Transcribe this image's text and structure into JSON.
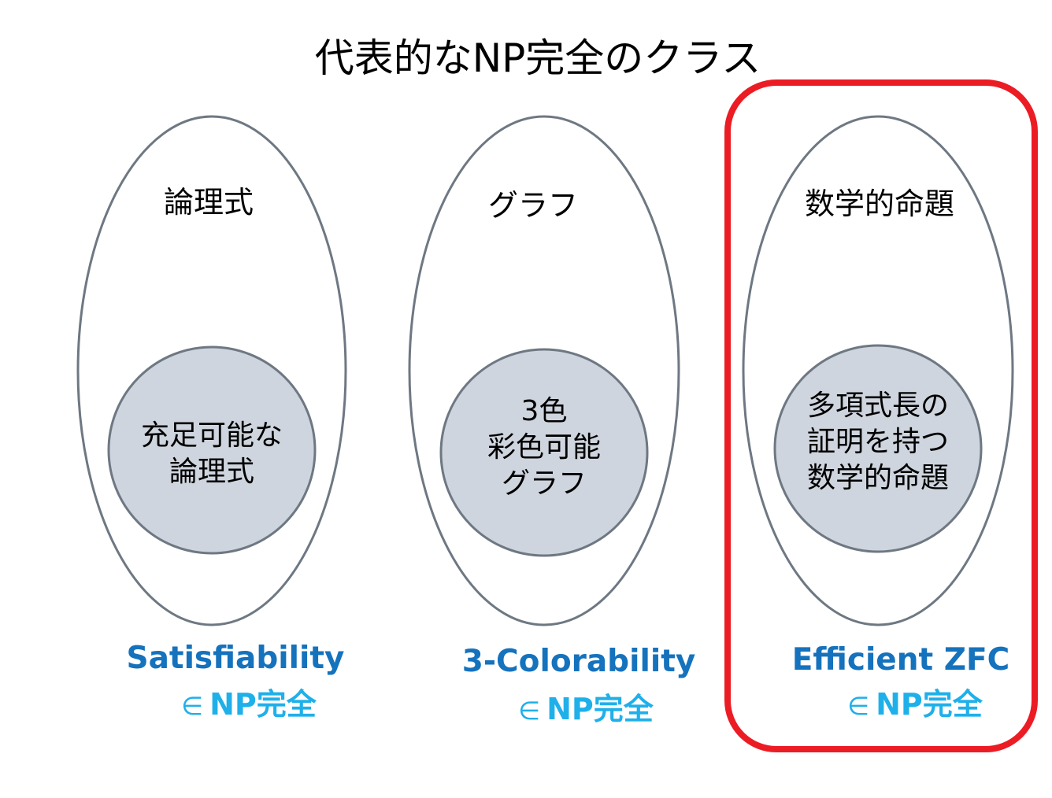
{
  "title": "代表的なNP完全のクラス",
  "colors": {
    "ellipse_stroke": "#6e7883",
    "circle_fill": "#cfd5de",
    "circle_stroke": "#6e7883",
    "class_name": "#1572bd",
    "membership": "#1fb0ea",
    "highlight_box": "#ec1c24"
  },
  "classes": [
    {
      "domain_label": "論理式",
      "subset_lines": [
        "充足可能な",
        "論理式"
      ],
      "problem_name": "Satisfiability",
      "membership_symbol": "∈",
      "membership_text": "NP完全",
      "highlighted": false
    },
    {
      "domain_label": "グラフ",
      "subset_lines": [
        "3色",
        "彩色可能",
        "グラフ"
      ],
      "problem_name": "3-Colorability",
      "membership_symbol": "∈",
      "membership_text": "NP完全",
      "highlighted": false
    },
    {
      "domain_label": "数学的命題",
      "subset_lines": [
        "多項式長の",
        "証明を持つ",
        "数学的命題"
      ],
      "problem_name": "Efficient ZFC",
      "membership_symbol": "∈",
      "membership_text": "NP完全",
      "highlighted": true
    }
  ]
}
